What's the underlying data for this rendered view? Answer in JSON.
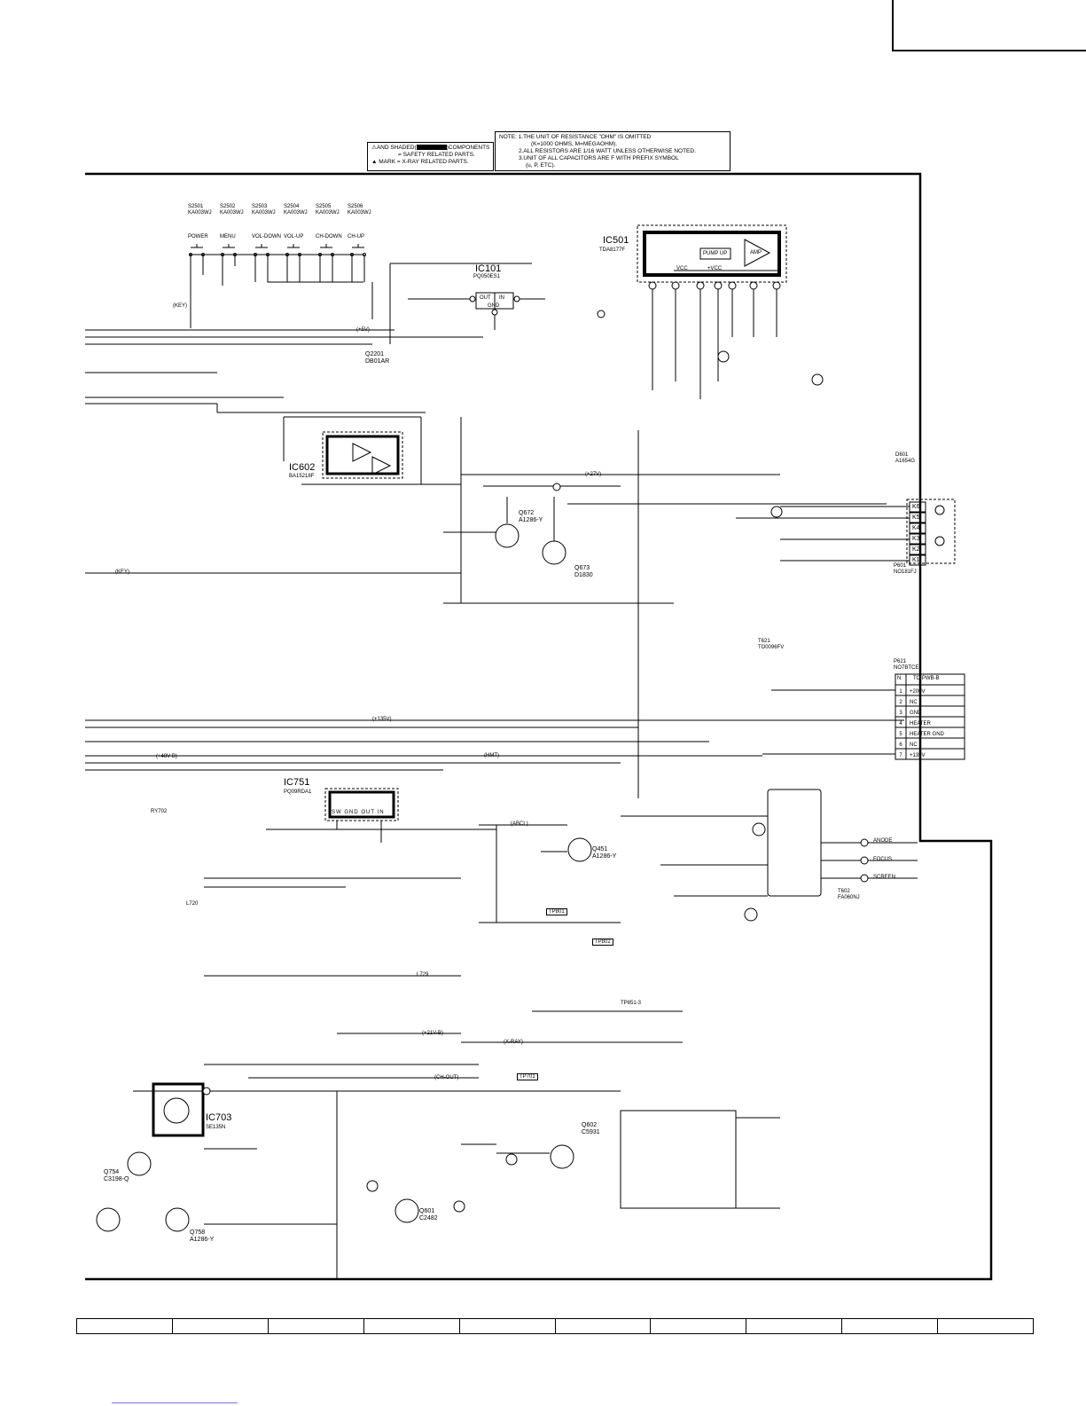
{
  "notes": {
    "safety_line1": "AND SHADED(",
    "safety_line1b": ")COMPONENTS",
    "safety_line2": "= SAFETY RELATED PARTS.",
    "safety_line3": "MARK = X-RAY RELATED PARTS.",
    "note1": "NOTE: 1.THE UNIT OF RESISTANCE \"OHM\" IS OMITTED",
    "note1b": "(K=1000 OHMS, M=MEGAOHM).",
    "note2": "2.ALL RESISTORS ARE 1/16 WATT UNLESS OTHERWISE NOTED.",
    "note3": "3.UNIT OF ALL CAPACITORS ARE F WITH PREFIX SYMBOL",
    "note3b": "(u, P, ETC)."
  },
  "switches": [
    {
      "ref": "S2501",
      "part": "KA003WJ",
      "func": "POWER"
    },
    {
      "ref": "S2502",
      "part": "KA003WJ",
      "func": "MENU"
    },
    {
      "ref": "S2503",
      "part": "KA003WJ",
      "func": "VOL-DOWN"
    },
    {
      "ref": "S2504",
      "part": "KA003WJ",
      "func": "VOL-UP"
    },
    {
      "ref": "S2505",
      "part": "KA003WJ",
      "func": "CH-DOWN"
    },
    {
      "ref": "S2506",
      "part": "KA003WJ",
      "func": "CH-UP"
    }
  ],
  "ics": {
    "ic101": {
      "name": "IC101",
      "part": "PQ050ES1"
    },
    "ic501": {
      "name": "IC501",
      "part": "TDA8177F"
    },
    "ic602": {
      "name": "IC602",
      "part": "BA15218F"
    },
    "ic751": {
      "name": "IC751",
      "part": "PQ09RDA1"
    },
    "ic703": {
      "name": "IC703",
      "part": "SE135N"
    }
  },
  "connectors": {
    "p621_title": "P621",
    "p621_part": "NO7BTCE",
    "p621_to": "TO PWB-B",
    "p621_pins": [
      {
        "n": "1",
        "sig": "+200V"
      },
      {
        "n": "2",
        "sig": "NC"
      },
      {
        "n": "3",
        "sig": "GND"
      },
      {
        "n": "4",
        "sig": "HEATER"
      },
      {
        "n": "5",
        "sig": "HEATER GND"
      },
      {
        "n": "6",
        "sig": "NC"
      },
      {
        "n": "7",
        "sig": "+135V"
      }
    ],
    "p601_title": "P601",
    "p601_part": "NO181FJ",
    "p601_pins": [
      "K6",
      "K5",
      "K4",
      "K3",
      "K2",
      "K1"
    ],
    "p621_nhead": "N"
  },
  "outputs": {
    "anode": "ANODE",
    "focus": "FOCUS",
    "screen": "SCREEN"
  },
  "rails": {
    "key": "(KEY)",
    "plus5v": "(+5V)",
    "plus27v": "(+27V)",
    "plus48vb": "(+48V-B)",
    "plus135v": "(+135V)",
    "plus21v": "(+21V-B)",
    "abcl": "(ABCL)",
    "xray": "(X-RAY)",
    "hmt": "(HMT)",
    "chout": "(CH-OUT)"
  },
  "transistors": [
    {
      "ref": "Q2201",
      "part": "DB01AR"
    },
    {
      "ref": "Q672",
      "part": "A1286-Y"
    },
    {
      "ref": "Q673",
      "part": "D1830"
    },
    {
      "ref": "Q451",
      "part": "A1286-Y"
    },
    {
      "ref": "Q754",
      "part": "C3198-Q"
    },
    {
      "ref": "Q758",
      "part": "A1286-Y"
    },
    {
      "ref": "Q601",
      "part": "C2482"
    },
    {
      "ref": "Q602",
      "part": "C5931"
    }
  ],
  "misc_labels": {
    "pump_up": "PUMP UP",
    "vcc": "VCC",
    "pvcc": "+VCC",
    "amp": "AMP",
    "gnd": "GND",
    "out": "OUT",
    "in": "IN",
    "sw": "SW",
    "t602": "T602",
    "t602_part": "FA060NJ",
    "t621": "T621",
    "t621_part": "TO0096FV",
    "tp801": "TP801",
    "tp802": "TP802",
    "tp701": "TP701",
    "tp851": "TP851-3",
    "l720": "L720",
    "l729": "L729",
    "ry702": "RY702",
    "d601": "D601",
    "d601_part": "A1654G"
  }
}
